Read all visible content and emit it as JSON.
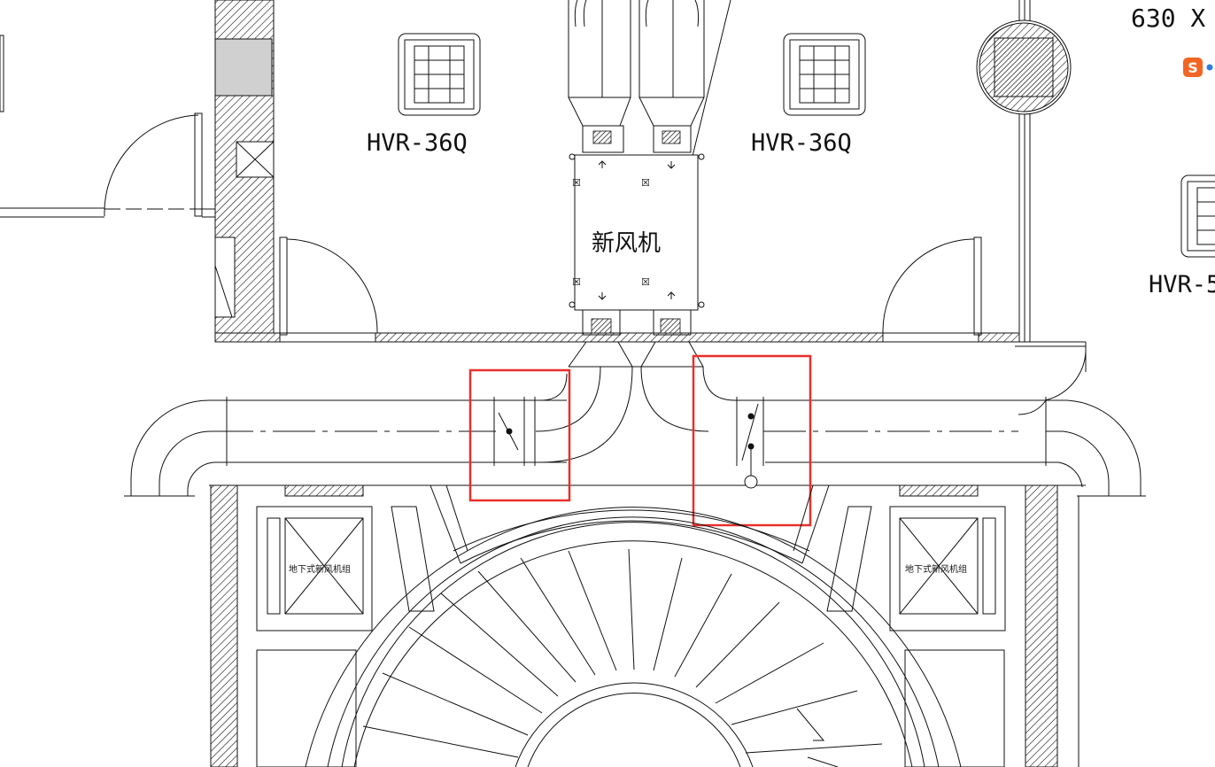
{
  "drawing": {
    "units": [
      {
        "id": "unit-left",
        "label": "HVR-36Q"
      },
      {
        "id": "unit-right",
        "label": "HVR-36Q"
      },
      {
        "id": "unit-far-right",
        "label": "HVR-5"
      }
    ],
    "fresh_air_unit_label": "新风机",
    "top_right_text": "630 X",
    "small_box_labels": [
      "地下式新风机组",
      "地下式新风机组"
    ],
    "highlight_color": "#e8302b"
  },
  "app": {
    "input_method_icon": "sogou-input-icon",
    "input_method_letter": "S"
  }
}
